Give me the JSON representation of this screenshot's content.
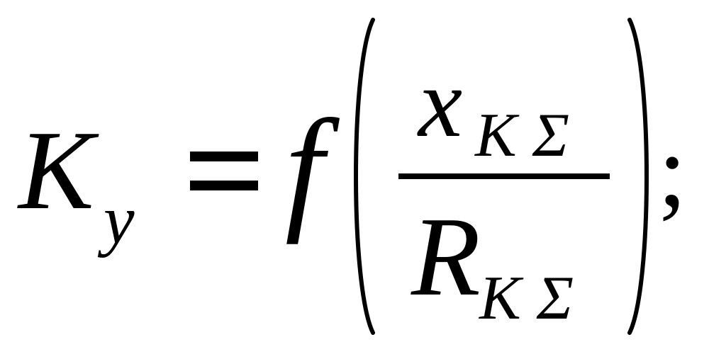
{
  "formula": {
    "lhs_symbol": "K",
    "lhs_subscript": "y",
    "operator": "=",
    "function_name": "f",
    "numerator_symbol": "x",
    "numerator_subscript": "K Σ",
    "denominator_symbol": "R",
    "denominator_subscript": "K Σ",
    "terminator": ";"
  }
}
